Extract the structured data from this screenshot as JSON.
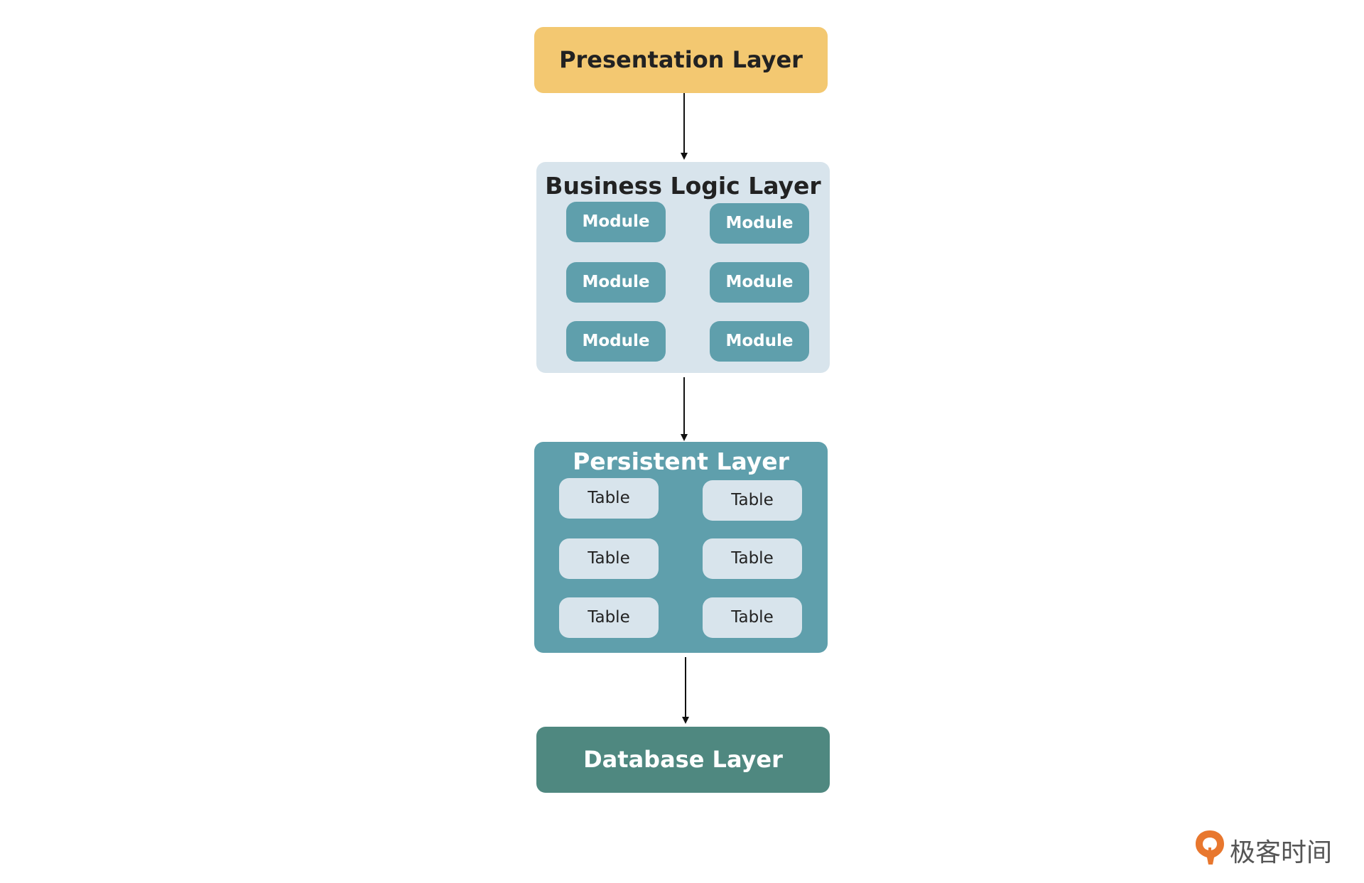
{
  "diagram": {
    "presentation": {
      "label": "Presentation Layer"
    },
    "business": {
      "label": "Business Logic Layer",
      "modules": [
        "Module",
        "Module",
        "Module",
        "Module",
        "Module",
        "Module"
      ]
    },
    "persistent": {
      "label": "Persistent Layer",
      "tables": [
        "Table",
        "Table",
        "Table",
        "Table",
        "Table",
        "Table"
      ]
    },
    "database": {
      "label": "Database Layer"
    }
  },
  "brand": {
    "text": "极客时间"
  },
  "colors": {
    "presentation": "#f3c871",
    "business": "#d8e4ec",
    "persistent": "#5f9fac",
    "database": "#4f8880",
    "brand_accent": "#e8772e"
  }
}
